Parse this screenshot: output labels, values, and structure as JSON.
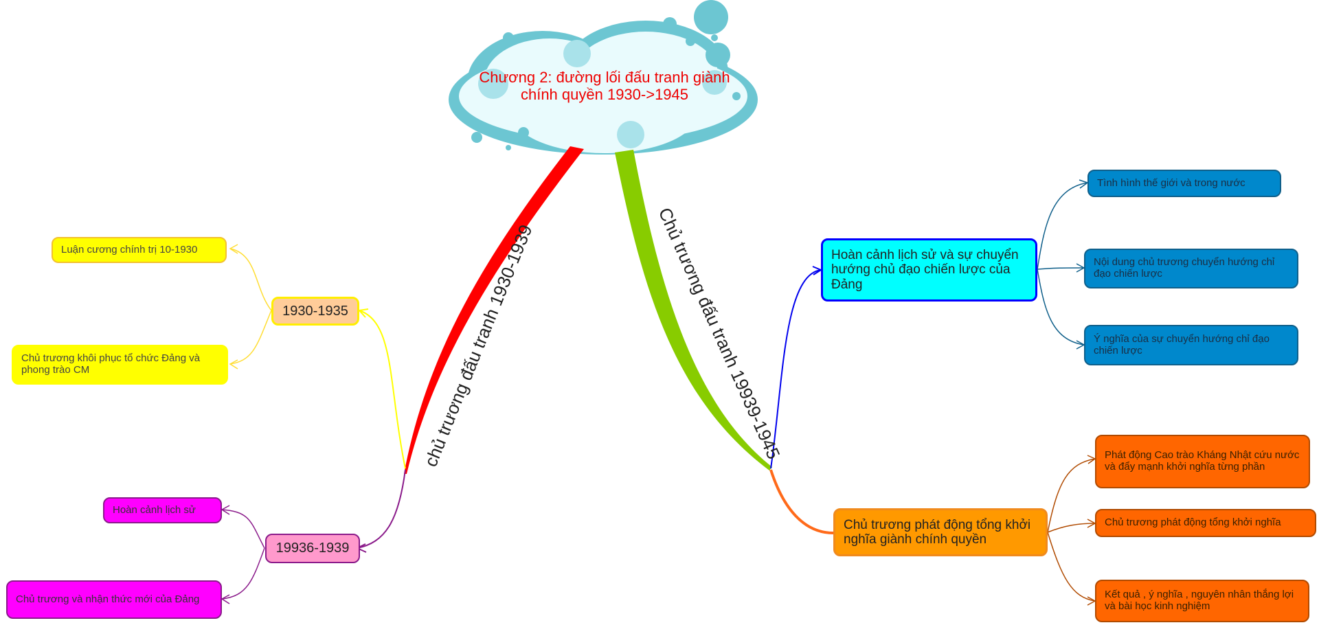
{
  "central_topic": {
    "line1": "Chương 2: đường lối đấu tranh giành",
    "line2": "chính quyền 1930->1945"
  },
  "branches": {
    "left": {
      "label": "chủ trương đấu tranh 1930-1939",
      "color": "#ff0000"
    },
    "right": {
      "label": "Chủ trương đấu tranh 19939-1945",
      "color": "#88cc00"
    }
  },
  "left_groups": [
    {
      "label": "1930-1935",
      "color": "#ffcc99",
      "children": [
        "Luận cương chính trị 10-1930",
        "Chủ trương khôi phục tổ chức Đảng và phong trào CM"
      ]
    },
    {
      "label": "19936-1939",
      "color": "#ff99cc",
      "children": [
        "Hoàn cảnh lịch sử",
        "Chủ trương và nhận thức mới của Đảng"
      ]
    }
  ],
  "right_groups": [
    {
      "label": "Hoàn cảnh lịch sử và sự chuyển hướng chủ đạo chiến lược của Đảng",
      "color": "#00ffff",
      "children": [
        "Tình hình thế giới và trong nước",
        "Nội dung chủ trương chuyển hướng chỉ đạo chiến lược",
        "Ý nghĩa của sự chuyển hướng chỉ đạo chiến lược"
      ]
    },
    {
      "label": "Chủ trương phát động tổng khởi nghĩa giành chính quyền",
      "color": "#ff9900",
      "children": [
        "Phát động Cao trào Kháng Nhật cứu nước và đẩy mạnh khởi nghĩa từng phần",
        "Chủ trương phát động tổng khởi nghĩa",
        "Kết quả , ý nghĩa , nguyên nhân thắng lợi và bài học kinh nghiệm"
      ]
    }
  ]
}
